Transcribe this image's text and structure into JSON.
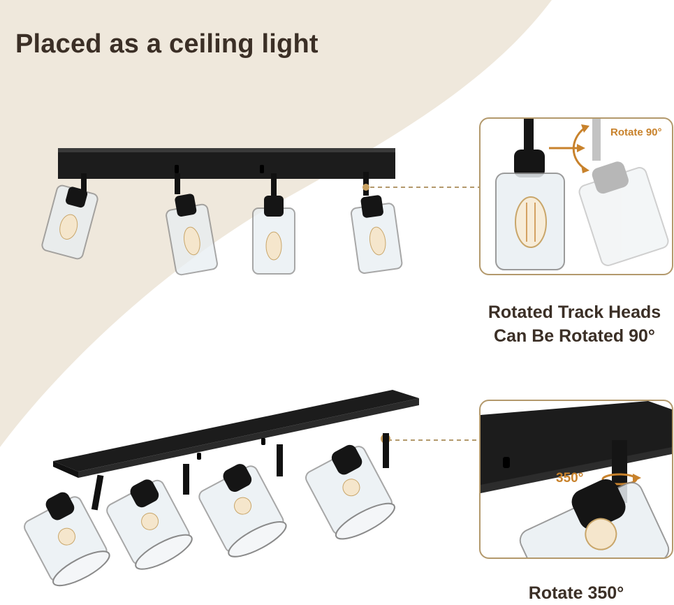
{
  "headline": "Placed as a ceiling light",
  "callout_rotate_90": {
    "tag": "Rotate 90°",
    "caption_line1": "Rotated Track Heads",
    "caption_line2": "Can Be Rotated 90°"
  },
  "callout_rotate_350": {
    "tag": "350°",
    "caption": "Rotate 350°"
  },
  "colors": {
    "background_cream": "#efe8dc",
    "frame_gold": "#b3996c",
    "accent_orange": "#c8822c",
    "fixture_black": "#1c1c1c",
    "text_dark": "#3b2f26"
  }
}
